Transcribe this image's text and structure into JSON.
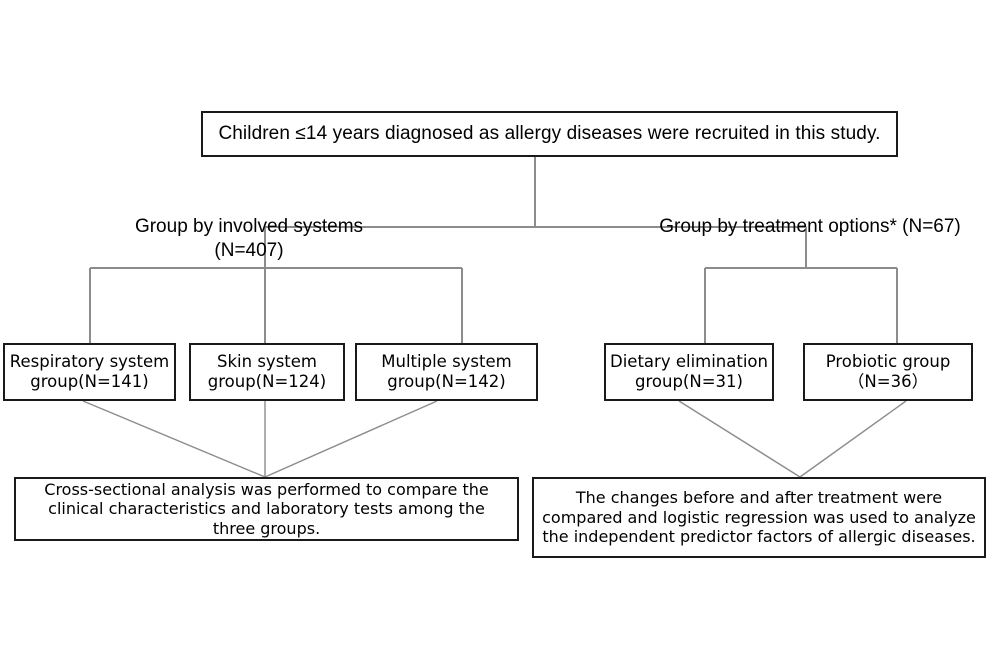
{
  "figure": {
    "type": "flowchart",
    "title": "Study enrollment and grouping flowchart",
    "background_color": "#ffffff",
    "box_border_color": "#1a1a1a",
    "connector_color": "#808080",
    "text_color": "#000000"
  },
  "nodes": {
    "enrollment": {
      "text": "Children ≤14 years diagnosed as allergy diseases were recruited in this study."
    },
    "left_branch_caption": {
      "text": "Group by  involved systems\n(N=407)"
    },
    "right_branch_caption": {
      "text": "Group by treatment options*  (N=67)"
    },
    "respiratory_group": {
      "text": "Respiratory system\ngroup(N=141)"
    },
    "skin_group": {
      "text": "Skin system\ngroup(N=124)"
    },
    "multiple_group": {
      "text": "Multiple system\ngroup(N=142)"
    },
    "dietary_group": {
      "text": "Dietary elimination\ngroup(N=31)"
    },
    "probiotic_group": {
      "text": "Probiotic group\n（N=36）"
    },
    "left_outcome": {
      "text": "Cross-sectional analysis was performed to compare the clinical characteristics and laboratory tests among the three groups."
    },
    "right_outcome": {
      "text": "The changes before and after treatment were compared and logistic regression was used to analyze the independent predictor factors of allergic diseases."
    }
  },
  "counts": {
    "left_branch_total": 407,
    "right_branch_total": 67,
    "respiratory": 141,
    "skin": 124,
    "multiple": 142,
    "dietary_elimination": 31,
    "probiotic": 36
  }
}
